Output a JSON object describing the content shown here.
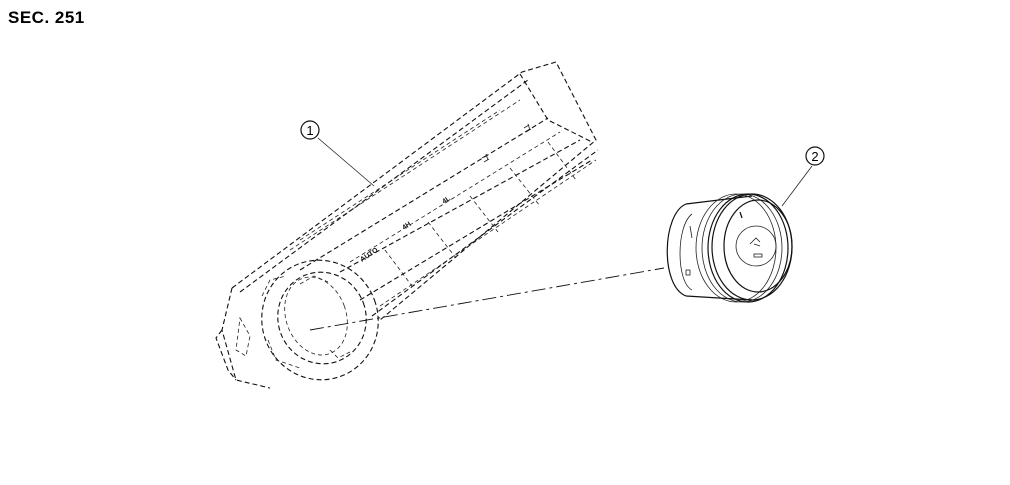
{
  "section": {
    "title": "SEC. 251"
  },
  "callouts": [
    {
      "id": "1"
    },
    {
      "id": "2"
    }
  ],
  "button_labels": [
    "AUTO",
    "4H",
    "4L"
  ]
}
